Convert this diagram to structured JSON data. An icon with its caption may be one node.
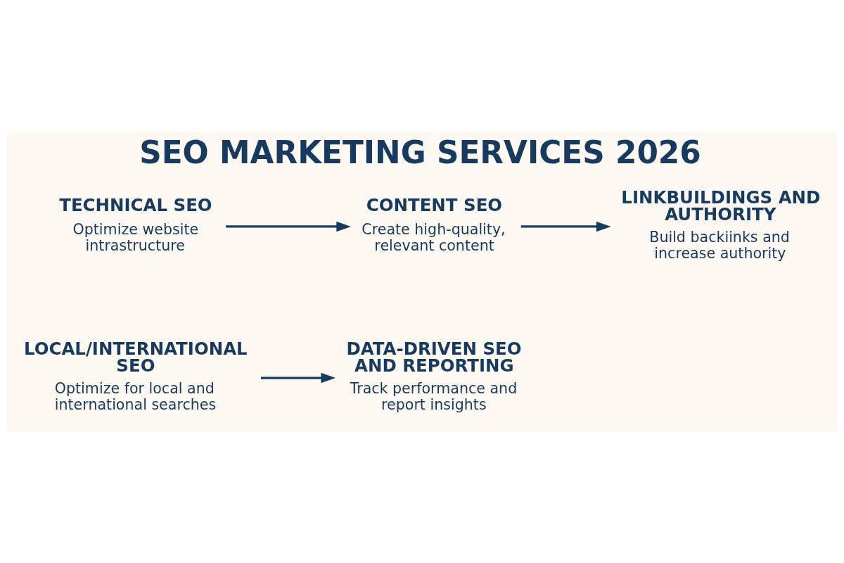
{
  "diagram": {
    "title": "SEO MARKETING SERVICES 2026",
    "nodes": [
      {
        "text": [
          "TECHNICAL SEO",
          "Optimize website intrastructure"
        ]
      },
      {
        "text": [
          "CONTENT SEO",
          "Create high-quality, relevant content"
        ]
      },
      {
        "text": [
          "LINKBUILDINGS AND AUTHORITY",
          "Build backiinks and increase authority"
        ]
      },
      {
        "text": [
          "LOCAL/INTERNATIONAL SEO",
          "Optimize for local and international searches"
        ]
      },
      {
        "text": [
          "DATA-DRIVEN SEO AND REPORTING",
          "Track performance and report insights"
        ]
      }
    ],
    "edges": [
      {
        "from": 0,
        "to": 1,
        "arrow": "to"
      },
      {
        "from": 1,
        "to": 2,
        "arrow": "to"
      },
      {
        "from": 3,
        "to": 4,
        "arrow": "to"
      }
    ]
  }
}
